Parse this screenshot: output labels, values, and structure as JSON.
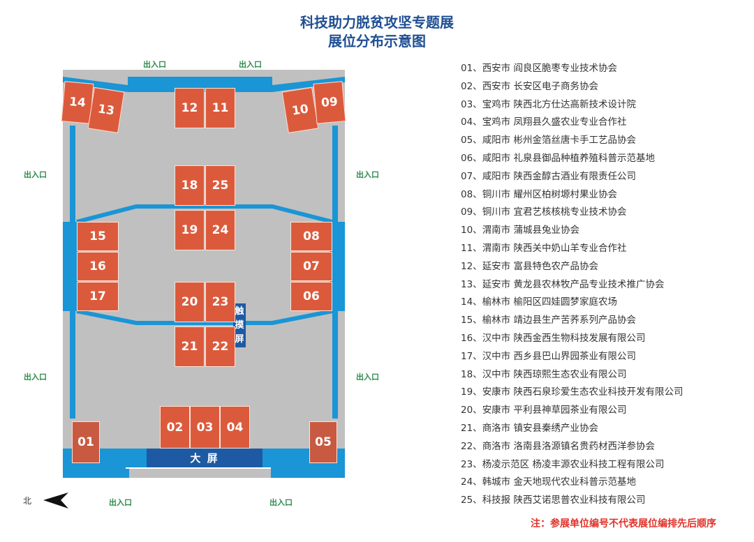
{
  "title": {
    "line1": "科技助力脱贫攻坚专题展",
    "line2": "展位分布示意图"
  },
  "map": {
    "exits": {
      "label": "出入口",
      "positions": [
        "top-left",
        "top-right",
        "left-upper",
        "right-upper",
        "left-lower",
        "right-lower",
        "bottom-left",
        "bottom-right"
      ]
    },
    "big_screen_label": "大 屏",
    "touch_screen_label": [
      "触",
      "摸",
      "屏"
    ],
    "north_label": "北",
    "north_icon": "arrow-left-icon",
    "booths": [
      "01",
      "02",
      "03",
      "04",
      "05",
      "06",
      "07",
      "08",
      "09",
      "10",
      "11",
      "12",
      "13",
      "14",
      "15",
      "16",
      "17",
      "18",
      "19",
      "20",
      "21",
      "22",
      "23",
      "24",
      "25"
    ],
    "colors": {
      "booth": "#dc5a3c",
      "floor": "#c0c0c0",
      "wall": "#1a95d6",
      "screen": "#1e5aa3",
      "exit_text": "#2c8a4b",
      "title": "#1f4f93",
      "note": "#e0332a"
    }
  },
  "legend": [
    {
      "num": "01、",
      "city": "西安市",
      "name": "阎良区脆枣专业技术协会"
    },
    {
      "num": "02、",
      "city": "西安市",
      "name": "长安区电子商务协会"
    },
    {
      "num": "03、",
      "city": "宝鸡市",
      "name": "陕西北方仕达高新技术设计院"
    },
    {
      "num": "04、",
      "city": "宝鸡市",
      "name": "凤翔县久盛农业专业合作社"
    },
    {
      "num": "05、",
      "city": "咸阳市",
      "name": "彬州金箔丝唐卡手工艺品协会"
    },
    {
      "num": "06、",
      "city": "咸阳市",
      "name": "礼泉县御品种植养殖科普示范基地"
    },
    {
      "num": "07、",
      "city": "咸阳市",
      "name": "陕西金醇古酒业有限责任公司"
    },
    {
      "num": "08、",
      "city": "铜川市",
      "name": "耀州区柏树塬村果业协会"
    },
    {
      "num": "09、",
      "city": "铜川市",
      "name": "宜君艺核核桃专业技术协会"
    },
    {
      "num": "10、",
      "city": "渭南市",
      "name": "蒲城县兔业协会"
    },
    {
      "num": "11、",
      "city": "渭南市",
      "name": "陕西关中奶山羊专业合作社"
    },
    {
      "num": "12、",
      "city": "延安市",
      "name": "富县特色农产品协会"
    },
    {
      "num": "13、",
      "city": "延安市",
      "name": "黄龙县农林牧产品专业技术推广协会"
    },
    {
      "num": "14、",
      "city": "榆林市",
      "name": "榆阳区四娃圆梦家庭农场"
    },
    {
      "num": "15、",
      "city": "榆林市",
      "name": "靖边县生产苦荞系列产品协会"
    },
    {
      "num": "16、",
      "city": "汉中市",
      "name": "陕西金西生物科技发展有限公司"
    },
    {
      "num": "17、",
      "city": "汉中市",
      "name": "西乡县巴山界园茶业有限公司"
    },
    {
      "num": "18、",
      "city": "汉中市",
      "name": "陕西琼熙生态农业有限公司"
    },
    {
      "num": "19、",
      "city": "安康市",
      "name": "陕西石泉珍爱生态农业科技开发有限公司"
    },
    {
      "num": "20、",
      "city": "安康市",
      "name": "平利县神草园茶业有限公司"
    },
    {
      "num": "21、",
      "city": "商洛市",
      "name": "镇安县秦绣产业协会"
    },
    {
      "num": "22、",
      "city": "商洛市",
      "name": "洛南县洛源镇名贵药材西洋参协会"
    },
    {
      "num": "23、",
      "city": "杨凌示范区",
      "name": "杨凌丰源农业科技工程有限公司"
    },
    {
      "num": "24、",
      "city": "韩城市",
      "name": "金天地现代农业科普示范基地"
    },
    {
      "num": "25、",
      "city": "科技报",
      "name": "陕西艾诺思普农业科技有限公司"
    }
  ],
  "note": "注：参展单位编号不代表展位编排先后顺序"
}
